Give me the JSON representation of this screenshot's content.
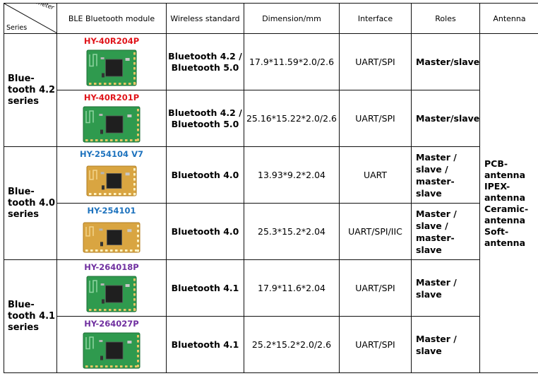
{
  "header": {
    "corner_parameter": "Parameter",
    "corner_series": "Series",
    "module": "BLE Bluetooth module",
    "wireless": "Wireless standard",
    "dimension": "Dimension/mm",
    "interface": "Interface",
    "roles": "Roles",
    "antenna": "Antenna"
  },
  "series": [
    {
      "l1": "Blue-",
      "l2": "tooth 4.2",
      "l3": "series"
    },
    {
      "l1": "Blue-",
      "l2": "tooth 4.0",
      "l3": "series"
    },
    {
      "l1": "Blue-",
      "l2": "tooth 4.1",
      "l3": "series"
    }
  ],
  "modules": [
    {
      "name": "HY-40R204P",
      "name_color": "#e0151b",
      "ws1": "Bluetooth 4.2 /",
      "ws2": "Bluetooth 5.0",
      "dim": "17.9*11.59*2.0/2.6",
      "iface": "UART/SPI",
      "r1": "Master/slave",
      "r2": "",
      "r3": "",
      "board": "green"
    },
    {
      "name": "HY-40R201P",
      "name_color": "#e0151b",
      "ws1": "Bluetooth 4.2 /",
      "ws2": "Bluetooth 5.0",
      "dim": "25.16*15.22*2.0/2.6",
      "iface": "UART/SPI",
      "r1": "Master/slave",
      "r2": "",
      "r3": "",
      "board": "green-wide"
    },
    {
      "name": "HY-254104 V7",
      "name_color": "#1e73be",
      "ws1": "Bluetooth 4.0",
      "ws2": "",
      "dim": "13.93*9.2*2.04",
      "iface": "UART",
      "r1": "Master /",
      "r2": "slave /",
      "r3": "master-slave",
      "board": "gold"
    },
    {
      "name": "HY-254101",
      "name_color": "#1e73be",
      "ws1": "Bluetooth 4.0",
      "ws2": "",
      "dim": "25.3*15.2*2.04",
      "iface": "UART/SPI/IIC",
      "r1": "Master /",
      "r2": "slave /",
      "r3": "master-slave",
      "board": "gold-wide"
    },
    {
      "name": "HY-264018P",
      "name_color": "#7030a0",
      "ws1": "Bluetooth 4.1",
      "ws2": "",
      "dim": "17.9*11.6*2.04",
      "iface": "UART/SPI",
      "r1": "Master /",
      "r2": "slave",
      "r3": "",
      "board": "green"
    },
    {
      "name": "HY-264027P",
      "name_color": "#7030a0",
      "ws1": "Bluetooth 4.1",
      "ws2": "",
      "dim": "25.2*15.2*2.0/2.6",
      "iface": "UART/SPI",
      "r1": "Master /",
      "r2": "slave",
      "r3": "",
      "board": "green-wide"
    }
  ],
  "antenna": {
    "l1": "PCB-",
    "l2": "antenna",
    "l3": "IPEX-",
    "l4": "antenna",
    "l5": "Ceramic-",
    "l6": "antenna",
    "l7": "Soft-",
    "l8": "antenna"
  }
}
